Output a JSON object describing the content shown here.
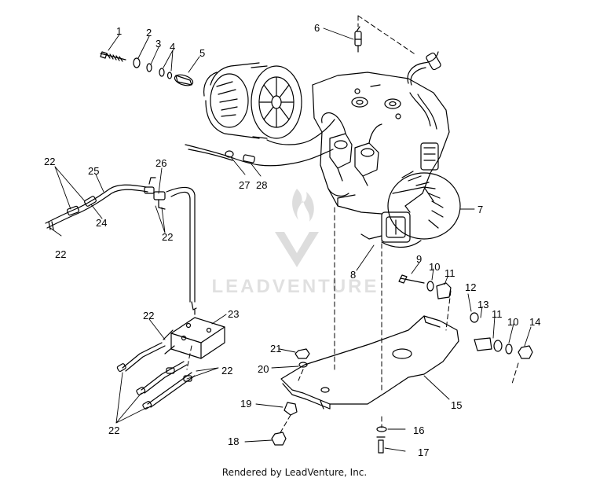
{
  "diagram": {
    "watermark": "LEADVENTURE",
    "footer": "Rendered by LeadVenture, Inc.",
    "callouts": [
      "1",
      "2",
      "3",
      "4",
      "5",
      "6",
      "7",
      "8",
      "9",
      "10",
      "10",
      "11",
      "11",
      "12",
      "13",
      "14",
      "15",
      "16",
      "17",
      "18",
      "19",
      "20",
      "21",
      "22",
      "22",
      "22",
      "22",
      "22",
      "22",
      "22",
      "23",
      "24",
      "25",
      "26",
      "27",
      "28"
    ]
  }
}
